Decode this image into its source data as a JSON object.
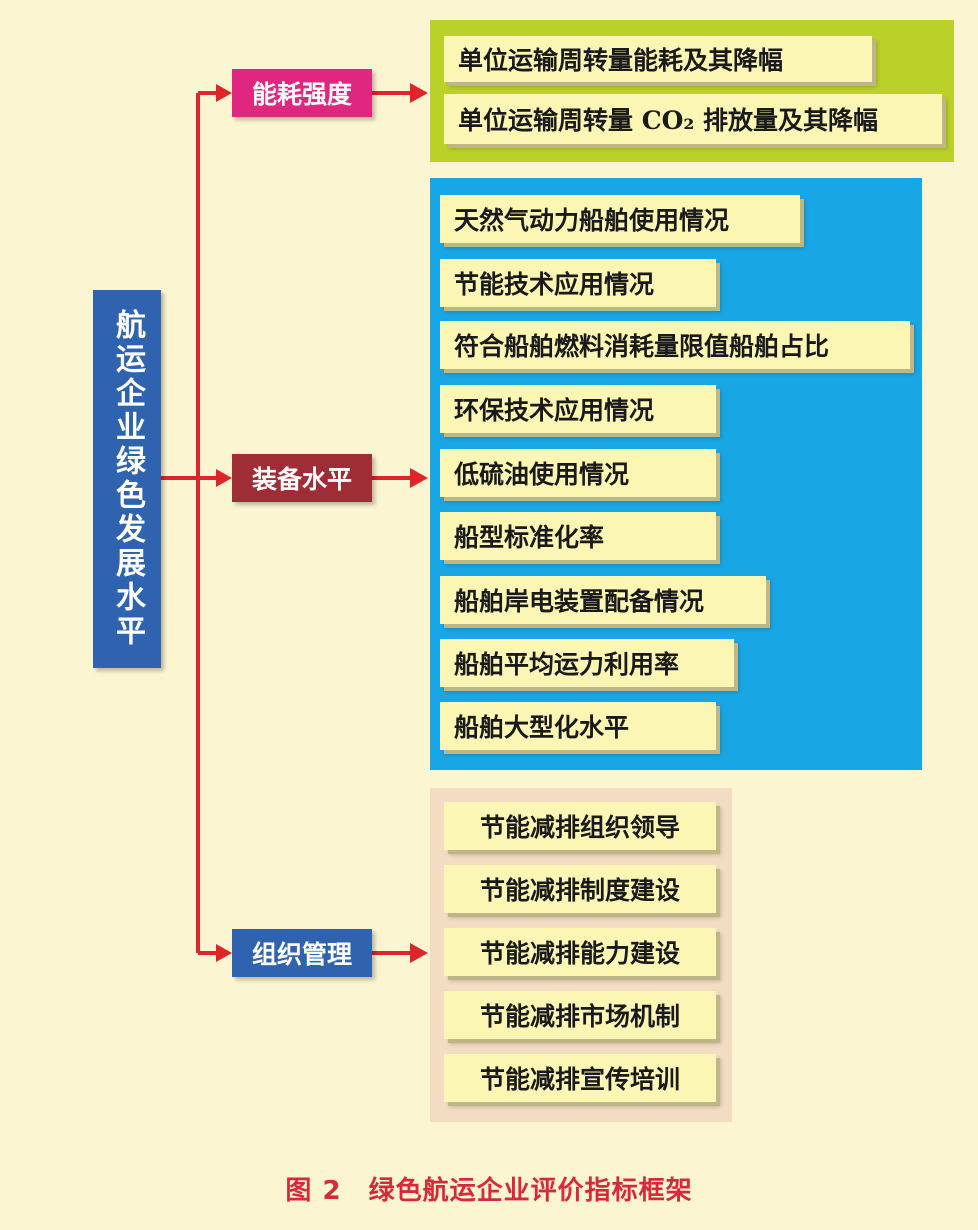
{
  "root": {
    "label": "航运企业绿色发展水平"
  },
  "categories": [
    {
      "label": "能耗强度",
      "color": "#e0277f",
      "panel_color": "#b9d128",
      "items": [
        "单位运输周转量能耗及其降幅",
        "单位运输周转量 CO₂ 排放量及其降幅"
      ]
    },
    {
      "label": "装备水平",
      "color": "#9e2d36",
      "panel_color": "#19a6e4",
      "items": [
        "天然气动力船舶使用情况",
        "节能技术应用情况",
        "符合船舶燃料消耗量限值船舶占比",
        "环保技术应用情况",
        "低硫油使用情况",
        "船型标准化率",
        "船舶岸电装置配备情况",
        "船舶平均运力利用率",
        "船舶大型化水平"
      ]
    },
    {
      "label": "组织管理",
      "color": "#2f63b0",
      "panel_color": "#f2dcc2",
      "items": [
        "节能减排组织领导",
        "节能减排制度建设",
        "节能减排能力建设",
        "节能减排市场机制",
        "节能减排宣传培训"
      ]
    }
  ],
  "caption": "图 2　绿色航运企业评价指标框架",
  "colors": {
    "background": "#fcf5d2",
    "arrow": "#e0252a",
    "item_fill": "#fbf6b4"
  }
}
